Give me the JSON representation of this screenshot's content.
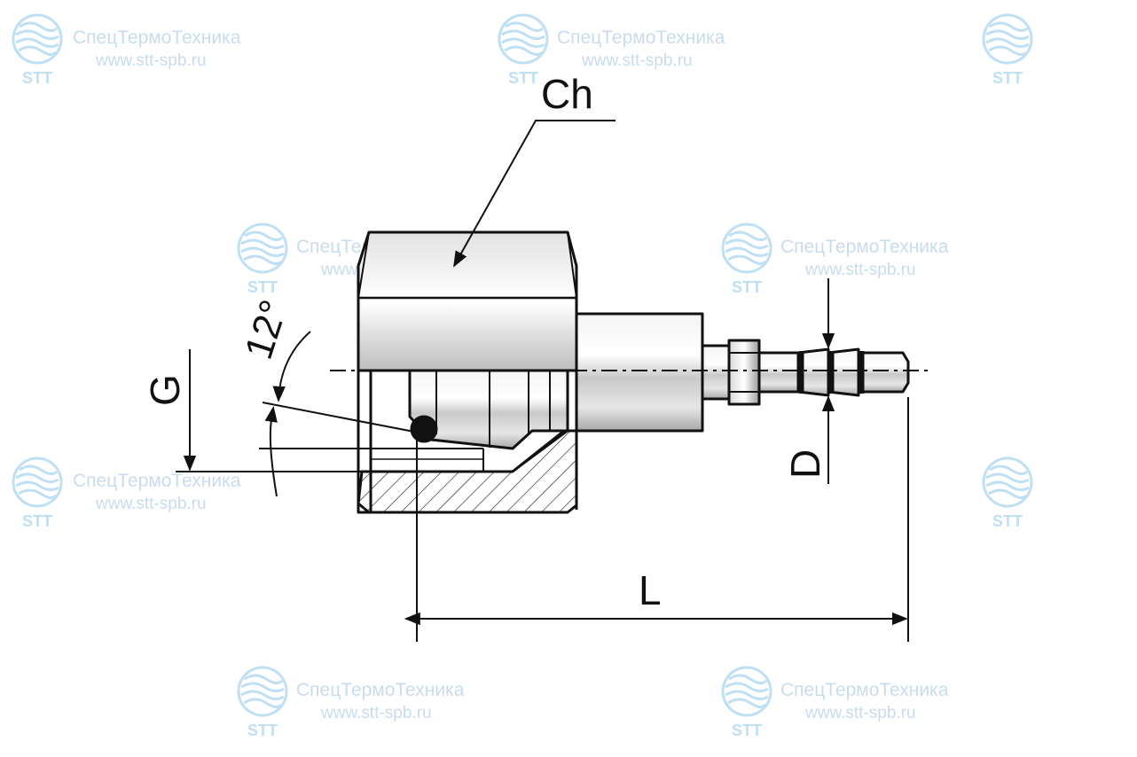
{
  "labels": {
    "hex_size": "Ch",
    "thread": "G",
    "angle": "12°",
    "hose_diameter": "D",
    "length": "L"
  },
  "watermark": {
    "company": "СпецТермоТехника",
    "url": "www.stt-spb.ru",
    "abbr": "STT",
    "color": "#c9dced"
  }
}
